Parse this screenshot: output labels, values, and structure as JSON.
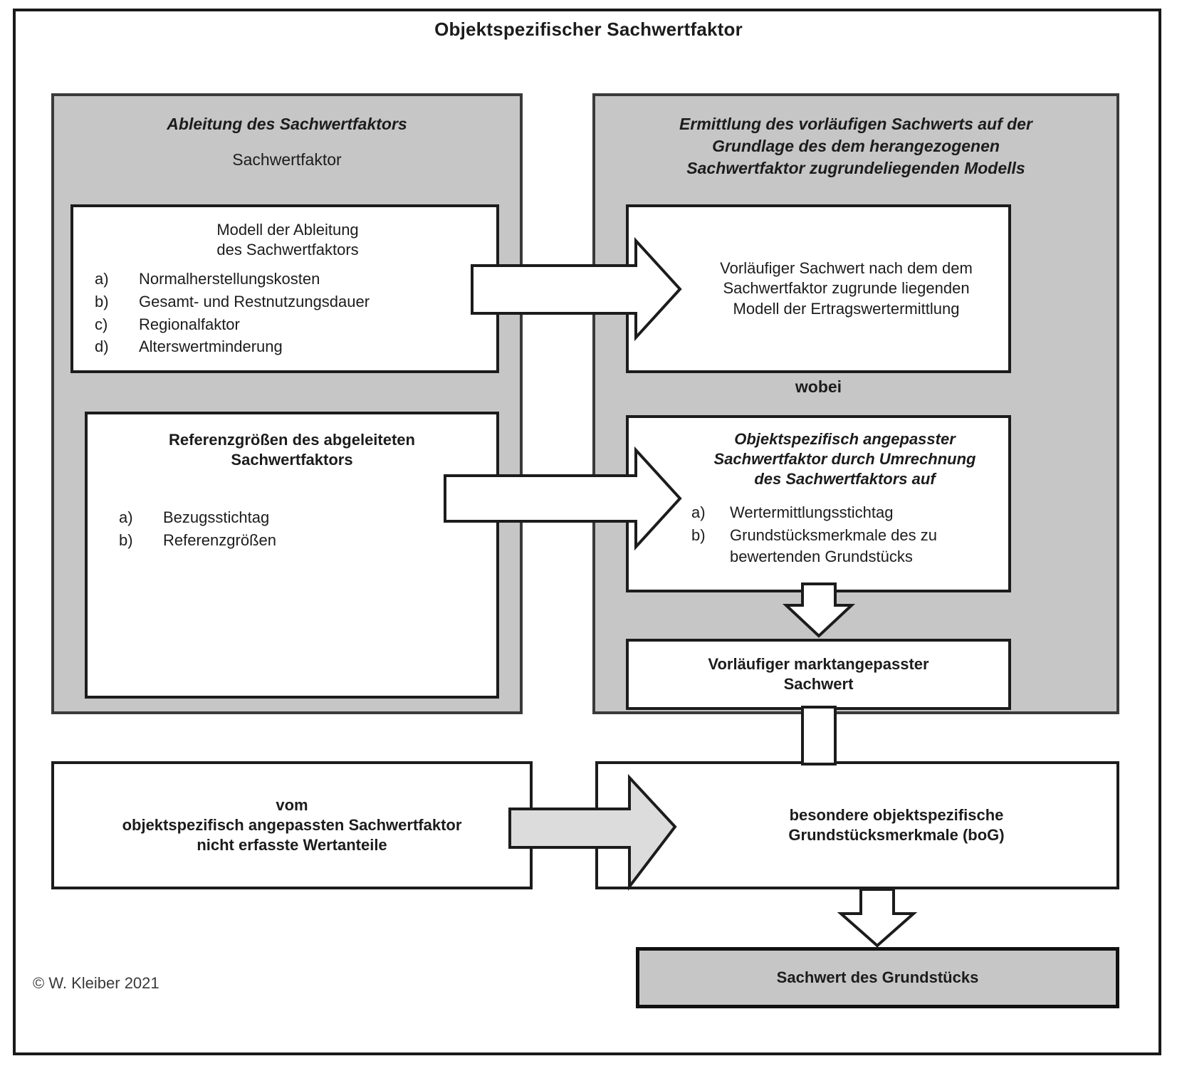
{
  "title": "Objektspezifischer Sachwertfaktor",
  "copyright": "© W. Kleiber 2021",
  "colors": {
    "panel_fill": "#c6c6c6",
    "box_fill": "#ffffff",
    "arrow_white": "#ffffff",
    "arrow_gray": "#dcdcdc",
    "line": "#1c1c1c"
  },
  "left_panel": {
    "heading": "Ableitung des Sachwertfaktors",
    "subheading": "Sachwertfaktor",
    "model_box": {
      "title_line1": "Modell der Ableitung",
      "title_line2": "des  Sachwertfaktors",
      "items": [
        {
          "marker": "a)",
          "text": "Normalherstellungskosten"
        },
        {
          "marker": "b)",
          "text": "Gesamt- und Restnutzungsdauer"
        },
        {
          "marker": "c)",
          "text": "Regionalfaktor"
        },
        {
          "marker": "d)",
          "text": "Alterswertminderung"
        }
      ]
    },
    "reference_box": {
      "title_line1": "Referenzgrößen des abgeleiteten",
      "title_line2": "Sachwertfaktors",
      "items": [
        {
          "marker": "a)",
          "text": "Bezugsstichtag"
        },
        {
          "marker": "b)",
          "text": "Referenzgrößen"
        }
      ]
    }
  },
  "right_panel": {
    "heading_line1": "Ermittlung des vorläufigen Sachwerts auf der",
    "heading_line2": "Grundlage des dem herangezogenen",
    "heading_line3": "Sachwertfaktor zugrundeliegenden Modells",
    "preliminary_box": {
      "line1": "Vorläufiger Sachwert nach dem dem",
      "line2": "Sachwertfaktor zugrunde liegenden",
      "line3": "Modell der Ertragswertermittlung"
    },
    "wobei_label": "wobei",
    "adjusted_box": {
      "title_line1": "Objektspezifisch angepasster",
      "title_line2": "Sachwertfaktor durch Umrechnung",
      "title_line3": "des Sachwertfaktors auf",
      "items": [
        {
          "marker": "a)",
          "text": "Wertermittlungsstichtag"
        },
        {
          "marker": "b)",
          "text": "Grundstücksmerkmale des zu bewertenden Grundstücks"
        }
      ]
    },
    "market_adjusted_box": {
      "line1": "Vorläufiger marktangepasster",
      "line2": "Sachwert"
    }
  },
  "bottom": {
    "value_shares_box": {
      "line1": "vom",
      "line2": "objektspezifisch angepassten Sachwertfaktor",
      "line3": "nicht erfasste Wertanteile"
    },
    "bog_box": {
      "line1": "besondere objektspezifische",
      "line2": "Grundstücksmerkmale (boG)"
    },
    "result_box": {
      "label": "Sachwert des Grundstücks"
    }
  },
  "arrows": [
    {
      "name": "arrow-model-to-preliminary",
      "direction": "right",
      "fill": "white"
    },
    {
      "name": "arrow-reference-to-adjusted",
      "direction": "right",
      "fill": "white"
    },
    {
      "name": "arrow-adjusted-to-market",
      "direction": "down",
      "fill": "white"
    },
    {
      "name": "arrow-market-to-bog",
      "direction": "down",
      "fill": "white"
    },
    {
      "name": "arrow-wertanteile-to-bog",
      "direction": "right",
      "fill": "gray"
    },
    {
      "name": "arrow-bog-to-result",
      "direction": "down",
      "fill": "white"
    }
  ]
}
